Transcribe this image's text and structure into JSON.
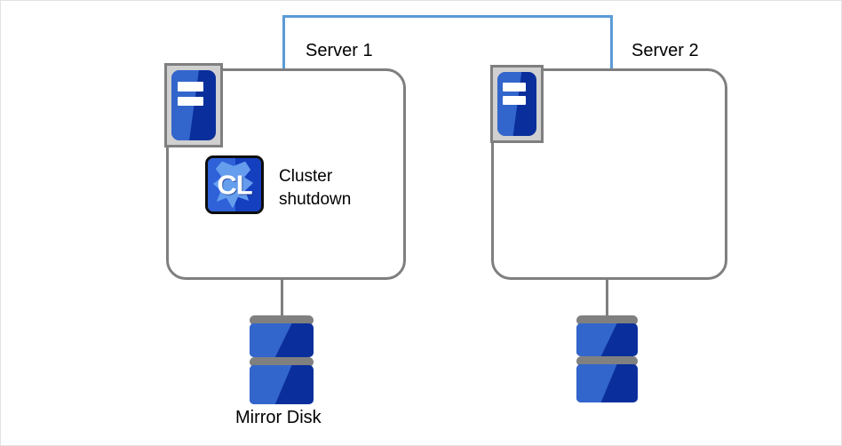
{
  "diagram": {
    "title_visible": false,
    "colors": {
      "bracket": "#5b9bd5",
      "box_border": "#7f7f7f",
      "icon_frame": "#d0d0d0",
      "blue_light": "#3366cc",
      "blue_dark": "#0a2f9c",
      "disk_plate": "#808080",
      "text": "#000000",
      "canvas_border": "#e2e2e2"
    },
    "servers": [
      {
        "id": "server-1",
        "label": "Server 1",
        "icon_name": "server-icon",
        "app": {
          "icon_name": "cluster-shutdown-icon",
          "icon_text": "CL",
          "label": "Cluster\nshutdown"
        },
        "disk": {
          "icon_name": "mirror-disk-icon",
          "label": "Mirror Disk",
          "platters": 2
        }
      },
      {
        "id": "server-2",
        "label": "Server 2",
        "icon_name": "server-icon",
        "app": null,
        "disk": {
          "icon_name": "mirror-disk-icon",
          "label": "",
          "platters": 2
        }
      }
    ],
    "cluster_link": {
      "name": "cluster-link-bracket",
      "style": "bracket",
      "color": "#5b9bd5"
    }
  }
}
